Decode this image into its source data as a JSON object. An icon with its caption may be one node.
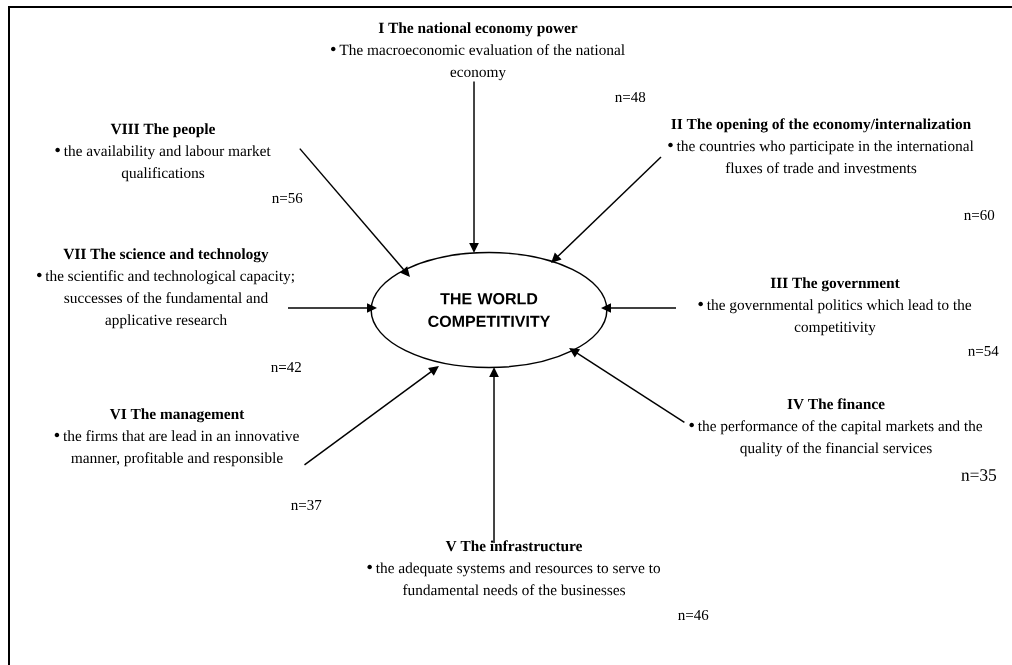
{
  "diagram": {
    "nodes": [
      {
        "text": [
          "THE WORLD COMPETITIVITY"
        ]
      },
      {
        "text": [
          "I The national economy power",
          "The macroeconomic evaluation of the national economy"
        ]
      },
      {
        "text": [
          "II The opening of the economy/internalization",
          "the countries who participate in the international fluxes of trade and investments"
        ]
      },
      {
        "text": [
          "III The government",
          "the governmental politics which lead to the competitivity"
        ]
      },
      {
        "text": [
          "IV The finance",
          "the performance of the capital markets and the quality of the financial services"
        ]
      },
      {
        "text": [
          "V  The infrastructure",
          "the adequate systems and resources to serve to fundamental needs of the businesses"
        ]
      },
      {
        "text": [
          "VI The management",
          "the firms that are lead in an innovative manner, profitable and responsible"
        ]
      },
      {
        "text": [
          "VII The science and technology",
          "the scientific and technological capacity; successes of the fundamental and applicative research"
        ]
      },
      {
        "text": [
          "VIII The people",
          "the availability and labour market qualifications"
        ]
      }
    ],
    "edges": [
      {
        "from": 1,
        "to": 0,
        "arrow": "to"
      },
      {
        "from": 2,
        "to": 0,
        "arrow": "to"
      },
      {
        "from": 3,
        "to": 0,
        "arrow": "to"
      },
      {
        "from": 4,
        "to": 0,
        "arrow": "to"
      },
      {
        "from": 5,
        "to": 0,
        "arrow": "to"
      },
      {
        "from": 6,
        "to": 0,
        "arrow": "to"
      },
      {
        "from": 7,
        "to": 0,
        "arrow": "to"
      },
      {
        "from": 8,
        "to": 0,
        "arrow": "to"
      }
    ],
    "labels": [
      "n=48",
      "n=56",
      "n=60",
      "n=54",
      "n=42",
      "n=35",
      "n=37",
      "n=46"
    ]
  }
}
